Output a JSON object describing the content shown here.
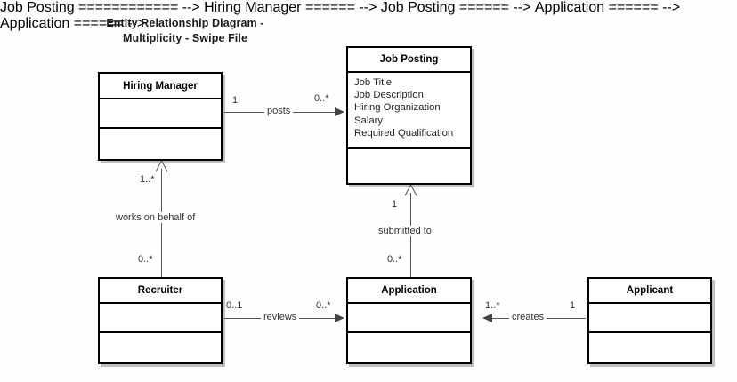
{
  "title": "Entity Relationship Diagram -\nMultiplicity - Swipe File",
  "entities": {
    "hiring_manager": {
      "name": "Hiring Manager",
      "attributes": [],
      "operations": []
    },
    "job_posting": {
      "name": "Job Posting",
      "attributes": [
        "Job Title",
        "Job Description",
        "Hiring Organization",
        "Salary",
        "Required Qualification"
      ],
      "operations": []
    },
    "recruiter": {
      "name": "Recruiter",
      "attributes": [],
      "operations": []
    },
    "application": {
      "name": "Application",
      "attributes": [],
      "operations": []
    },
    "applicant": {
      "name": "Applicant",
      "attributes": [],
      "operations": []
    }
  },
  "relationships": {
    "posts": {
      "label": "posts",
      "source_multiplicity": "1",
      "target_multiplicity": "0..*"
    },
    "works_on_behalf_of": {
      "label": "works on behalf of",
      "source_multiplicity": "0..*",
      "target_multiplicity": "1..*"
    },
    "submitted_to": {
      "label": "submitted to",
      "source_multiplicity": "0..*",
      "target_multiplicity": "1"
    },
    "reviews": {
      "label": "reviews",
      "source_multiplicity": "0..1",
      "target_multiplicity": "0..*"
    },
    "creates": {
      "label": "creates",
      "source_multiplicity": "1..*",
      "target_multiplicity": "1"
    }
  },
  "colors": {
    "background": "#fefefe",
    "entity_border": "#000000",
    "entity_fill": "#ffffff",
    "shadow": "#aaaaaa",
    "connector": "#555555",
    "text": "#1a1a1a"
  }
}
